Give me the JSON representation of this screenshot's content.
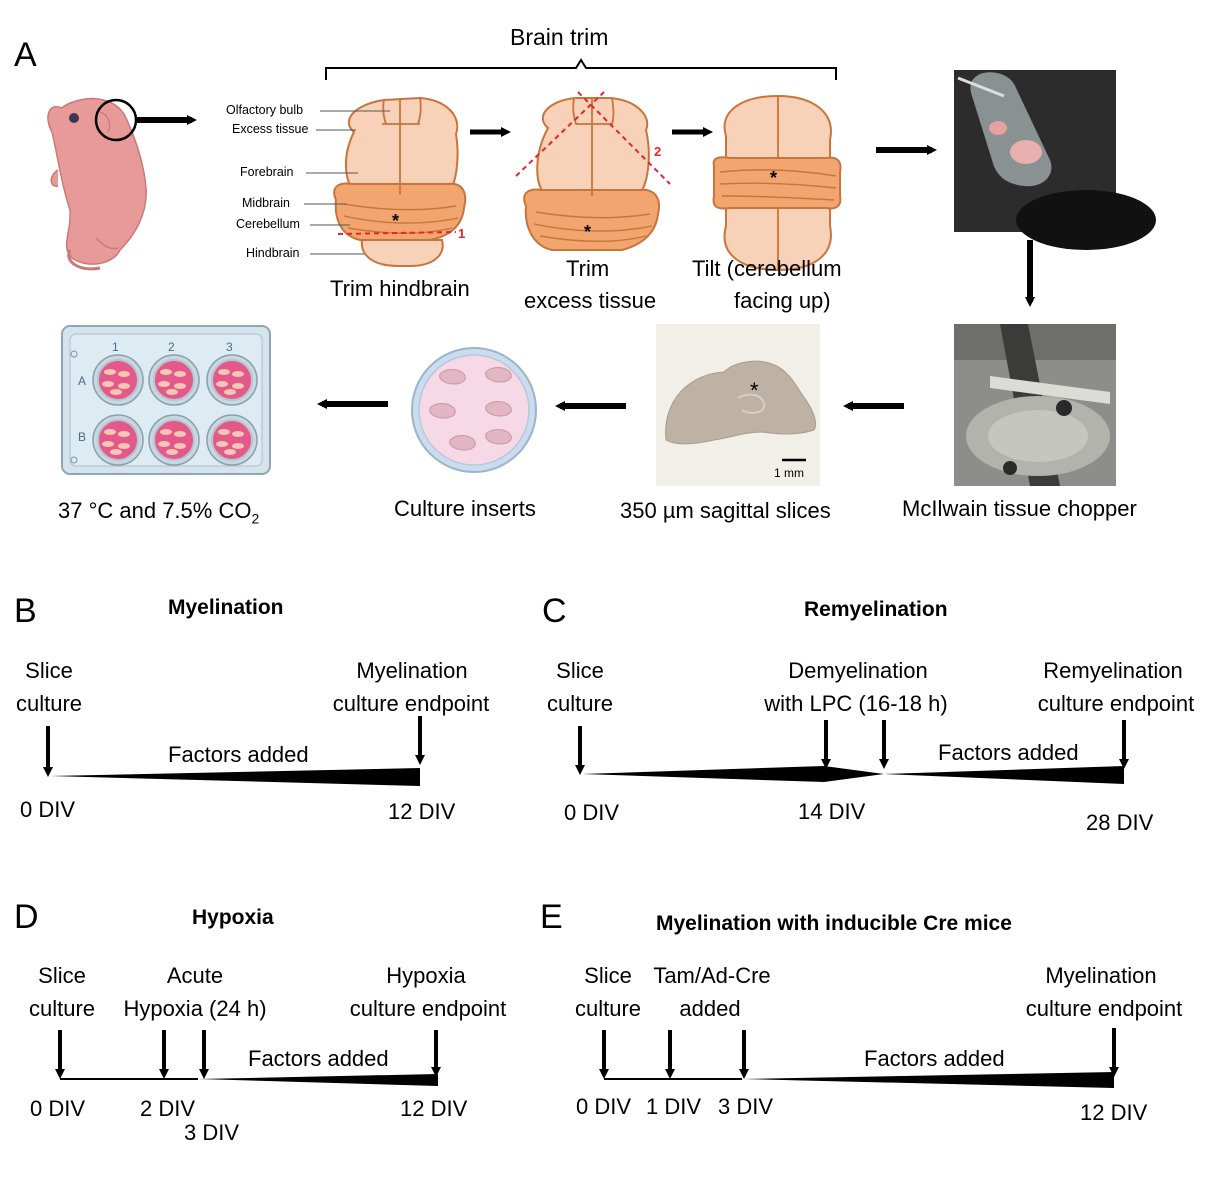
{
  "panel_a": {
    "letter": "A",
    "brain_trim_label": "Brain trim",
    "anatomy_labels": [
      "Olfactory bulb",
      "Excess tissue",
      "Forebrain",
      "Midbrain",
      "Cerebellum",
      "Hindbrain"
    ],
    "cut_numbers": [
      "1",
      "2"
    ],
    "step_labels": {
      "trim_hindbrain": "Trim hindbrain",
      "trim_excess_line1": "Trim",
      "trim_excess_line2": "excess tissue",
      "tilt_line1": "Tilt (cerebellum",
      "tilt_line2": "facing up)"
    },
    "asterisk": "*",
    "chopper_label": "McIlwain tissue chopper",
    "slices_label": "350 µm sagittal slices",
    "scale_bar_label": "1 mm",
    "inserts_label": "Culture inserts",
    "incubation_label_prefix": "37 °C and 7.5% CO",
    "incubation_label_subscript": "2",
    "plate_columns": [
      "1",
      "2",
      "3"
    ],
    "plate_rows": [
      "A",
      "B"
    ],
    "colors": {
      "tissue": "#f7d2b9",
      "tissue_outline": "#c8743c",
      "cerebellum": "#f2a56f",
      "cut_line": "#e3262b",
      "pup": "#e89a98",
      "well": "#e5588a"
    }
  },
  "panel_b": {
    "letter": "B",
    "title": "Myelination",
    "start_label": [
      "Slice",
      "culture"
    ],
    "end_label": [
      "Myelination",
      "culture endpoint"
    ],
    "factors": "Factors added",
    "ticks": [
      "0 DIV",
      "12 DIV"
    ]
  },
  "panel_c": {
    "letter": "C",
    "title": "Remyelination",
    "start_label": [
      "Slice",
      "culture"
    ],
    "demyelination_label": [
      "Demyelination",
      "with LPC (16-18 h)"
    ],
    "end_label": [
      "Remyelination",
      "culture endpoint"
    ],
    "factors": "Factors added",
    "ticks": [
      "0 DIV",
      "14 DIV",
      "28 DIV"
    ]
  },
  "panel_d": {
    "letter": "D",
    "title": "Hypoxia",
    "start_label": [
      "Slice",
      "culture"
    ],
    "hypoxia_label": [
      "Acute",
      "Hypoxia (24 h)"
    ],
    "end_label": [
      "Hypoxia",
      "culture endpoint"
    ],
    "factors": "Factors added",
    "ticks": [
      "0 DIV",
      "2 DIV",
      "3 DIV",
      "12 DIV"
    ]
  },
  "panel_e": {
    "letter": "E",
    "title": "Myelination with inducible Cre mice",
    "start_label": [
      "Slice",
      "culture"
    ],
    "tam_label": [
      "Tam/Ad-Cre",
      "added"
    ],
    "end_label": [
      "Myelination",
      "culture endpoint"
    ],
    "factors": "Factors added",
    "ticks": [
      "0 DIV",
      "1 DIV",
      "3 DIV",
      "12 DIV"
    ]
  }
}
